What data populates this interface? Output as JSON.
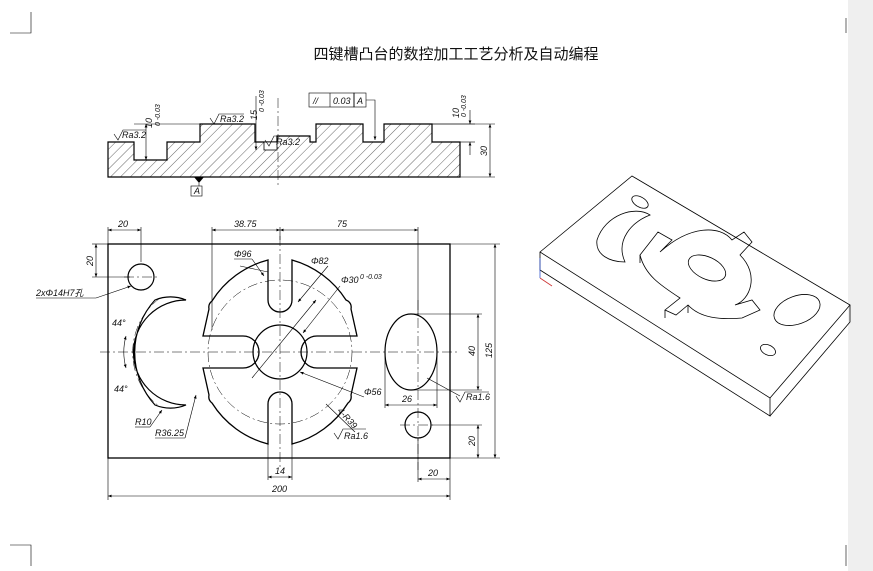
{
  "title": "四键槽凸台的数控加工工艺分析及自动编程",
  "section_view": {
    "roughness_left": "Ra3.2",
    "roughness_top": "Ra3.2",
    "roughness_slot": "Ra3.2",
    "tol_10_left": "10",
    "tol_10_left_dev": "0 -0.03",
    "tol_15": "15",
    "tol_15_dev": "0 -0.03",
    "tol_10_right": "10",
    "tol_10_right_dev": "0 -0.03",
    "parallel_symbol": "//",
    "parallel_value": "0.03",
    "parallel_datum": "A",
    "datum_label": "A",
    "height_30": "30"
  },
  "plan_view": {
    "dim_20_top": "20",
    "dim_38_75": "38.75",
    "dim_75": "75",
    "dim_20_left": "20",
    "hole_callout": "2xΦ14H7孔",
    "dia_96": "Φ96",
    "dia_82": "Φ82",
    "dia_30": "Φ30",
    "dia_30_dev": "0 -0.03",
    "angle_44_top": "44°",
    "angle_44_bottom": "44°",
    "dia_56": "Φ56",
    "r10": "R10",
    "r36_25": "R36.25",
    "r39": "4-R39",
    "roughness_boss": "Ra1.6",
    "roughness_oval": "Ra1.6",
    "dim_40": "40",
    "dim_26": "26",
    "dim_125": "125",
    "dim_20_right": "20",
    "dim_14": "14",
    "dim_20_bottom": "20",
    "dim_200": "200"
  }
}
